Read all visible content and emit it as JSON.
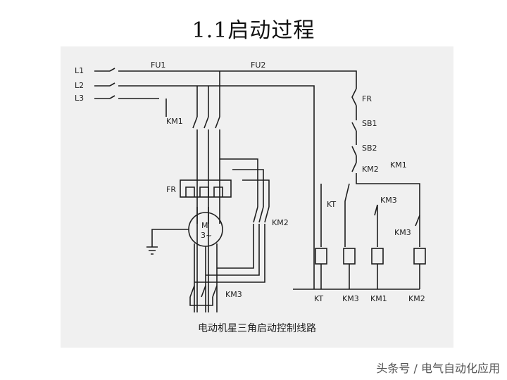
{
  "slide": {
    "title": "1.1启动过程",
    "caption": "电动机星三角启动控制线路",
    "watermark": "头条号 / 电气自动化应用"
  },
  "diagram": {
    "line_labels": [
      "L1",
      "L2",
      "L3"
    ],
    "fuse_labels": [
      "FU1",
      "FU2"
    ],
    "main_contactor_labels": {
      "km1": "KM1",
      "km2": "KM2",
      "km3": "KM3"
    },
    "overload_label": "FR",
    "motor": {
      "name": "M",
      "type": "3~"
    },
    "control_labels": {
      "fr": "FR",
      "sb1": "SB1",
      "sb2": "SB2",
      "km2": "KM2",
      "kt": "KT",
      "km3": "KM3",
      "km1": "KM1",
      "km3_nc": "KM3"
    },
    "coil_labels": [
      "KT",
      "KM3",
      "KM1",
      "KM2"
    ]
  }
}
